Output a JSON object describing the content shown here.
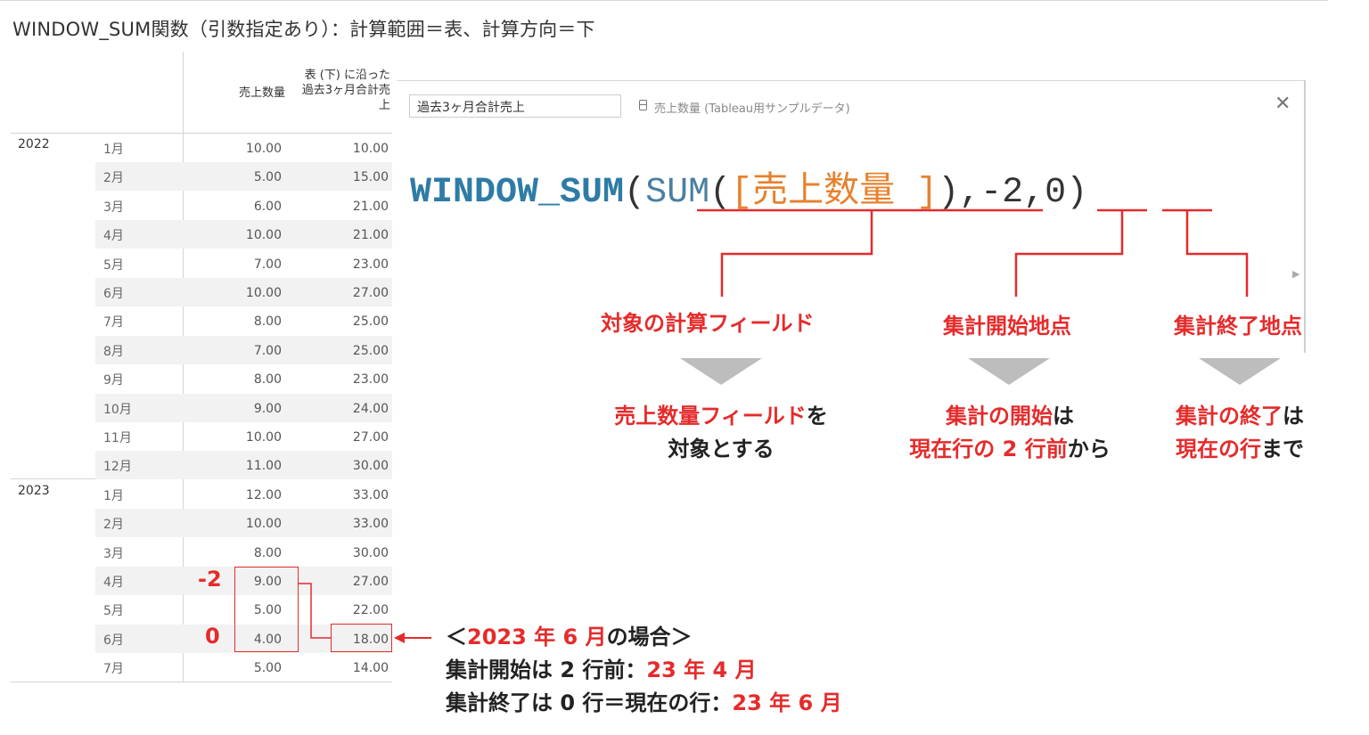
{
  "page_title": "WINDOW_SUM関数（引数指定あり）：計算範囲＝表、計算方向＝下",
  "table": {
    "col_headers": {
      "qty": "売上数量",
      "sum_line1": "表 (下) に沿った",
      "sum_line2": "過去3ヶ月合計売",
      "sum_line3": "上"
    },
    "rows": [
      {
        "year": "2022",
        "month": "1月",
        "qty": "10.00",
        "sum": "10.00"
      },
      {
        "year": "",
        "month": "2月",
        "qty": "5.00",
        "sum": "15.00"
      },
      {
        "year": "",
        "month": "3月",
        "qty": "6.00",
        "sum": "21.00"
      },
      {
        "year": "",
        "month": "4月",
        "qty": "10.00",
        "sum": "21.00"
      },
      {
        "year": "",
        "month": "5月",
        "qty": "7.00",
        "sum": "23.00"
      },
      {
        "year": "",
        "month": "6月",
        "qty": "10.00",
        "sum": "27.00"
      },
      {
        "year": "",
        "month": "7月",
        "qty": "8.00",
        "sum": "25.00"
      },
      {
        "year": "",
        "month": "8月",
        "qty": "7.00",
        "sum": "25.00"
      },
      {
        "year": "",
        "month": "9月",
        "qty": "8.00",
        "sum": "23.00"
      },
      {
        "year": "",
        "month": "10月",
        "qty": "9.00",
        "sum": "24.00"
      },
      {
        "year": "",
        "month": "11月",
        "qty": "10.00",
        "sum": "27.00"
      },
      {
        "year": "",
        "month": "12月",
        "qty": "11.00",
        "sum": "30.00"
      },
      {
        "year": "2023",
        "month": "1月",
        "qty": "12.00",
        "sum": "33.00"
      },
      {
        "year": "",
        "month": "2月",
        "qty": "10.00",
        "sum": "33.00"
      },
      {
        "year": "",
        "month": "3月",
        "qty": "8.00",
        "sum": "30.00"
      },
      {
        "year": "",
        "month": "4月",
        "qty": "9.00",
        "sum": "27.00"
      },
      {
        "year": "",
        "month": "5月",
        "qty": "5.00",
        "sum": "22.00"
      },
      {
        "year": "",
        "month": "6月",
        "qty": "4.00",
        "sum": "18.00"
      },
      {
        "year": "",
        "month": "7月",
        "qty": "5.00",
        "sum": "14.00"
      }
    ],
    "markers": {
      "start": "-2",
      "end": "0"
    }
  },
  "dialog": {
    "calc_name": "過去3ヶ月合計売上",
    "source_label": "売上数量 (Tableau用サンプルデータ)",
    "close_icon": "close-icon",
    "formula": {
      "fn_outer": "WINDOW_SUM",
      "open1": "(",
      "fn_inner": "SUM",
      "open2": "(",
      "field": "[売上数量 ]",
      "close2": ")",
      "comma1": ",",
      "arg_start": "-2",
      "comma2": ",",
      "arg_end": "0",
      "close1": ")"
    }
  },
  "annotations": {
    "field": {
      "title": "対象の計算フィールド",
      "desc_red": "売上数量フィールド",
      "desc_black": "を",
      "desc_line2": "対象とする"
    },
    "start": {
      "title": "集計開始地点",
      "desc_red": "集計の開始",
      "desc_black": "は",
      "desc_line2_red": "現在行の 2 行前",
      "desc_line2_black": "から"
    },
    "end": {
      "title": "集計終了地点",
      "desc_red": "集計の終了",
      "desc_black": "は",
      "desc_line2_red": "現在の行",
      "desc_line2_black": "まで"
    }
  },
  "case_note": {
    "l1_a": "＜",
    "l1_b": "2023 年 6 月",
    "l1_c": "の場合＞",
    "l2_a": "集計開始は 2 行前：",
    "l2_b": "23 年 4 月",
    "l3_a": "集計終了は 0 行＝現在の行：",
    "l3_b": "23 年 6 月"
  },
  "colors": {
    "accent_red": "#e52b2b",
    "field_orange": "#e8812e",
    "function_blue": "#2e7ca6",
    "triangle_gray": "#bdbdbd"
  }
}
